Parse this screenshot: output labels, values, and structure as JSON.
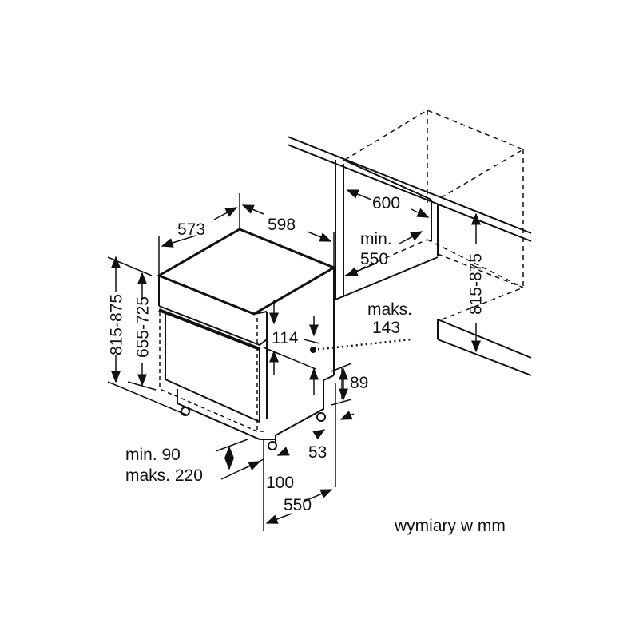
{
  "dimensions": {
    "depth_573": "573",
    "width_598": "598",
    "niche_width_600": "600",
    "niche_depth_min_label": "min.",
    "niche_depth_min_value": "550",
    "height_range_total": "815-875",
    "height_range_body": "655-725",
    "panel_114": "114",
    "max_label": "maks.",
    "max_value": "143",
    "plinth_89": "89",
    "foot_53": "53",
    "plinth_min": "min. 90",
    "plinth_max": "maks. 220",
    "offset_100": "100",
    "depth_550": "550",
    "niche_height": "815-875"
  },
  "units_caption": "wymiary w mm",
  "colors": {
    "line": "#111111",
    "background": "#ffffff"
  }
}
